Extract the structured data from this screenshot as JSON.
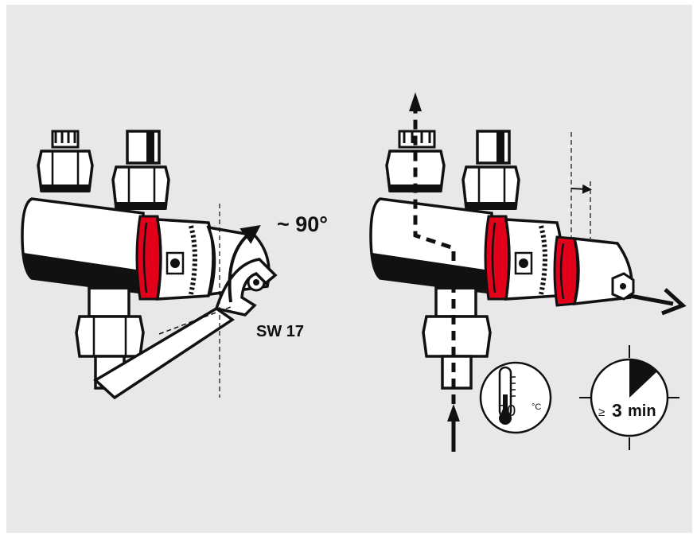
{
  "figure": {
    "colors": {
      "background": "#e8e8e8",
      "outline": "#111111",
      "metal_light": "#ffffff",
      "metal_shade": "#000000",
      "seal_ring": "#e3001b"
    },
    "left_view": {
      "rotation_label": "~ 90°",
      "wrench_label": "SW 17"
    },
    "right_view": {
      "flow_direction_icon": "dashed-flow-arrow-icon",
      "pull_direction_icon": "arrow-right-icon"
    },
    "thermometer_badge": {
      "icon": "thermometer-icon",
      "value": "70",
      "unit": "°C"
    },
    "timer_badge": {
      "icon": "stopwatch-icon",
      "prefix": "≥",
      "value": "3",
      "unit": "min"
    }
  }
}
